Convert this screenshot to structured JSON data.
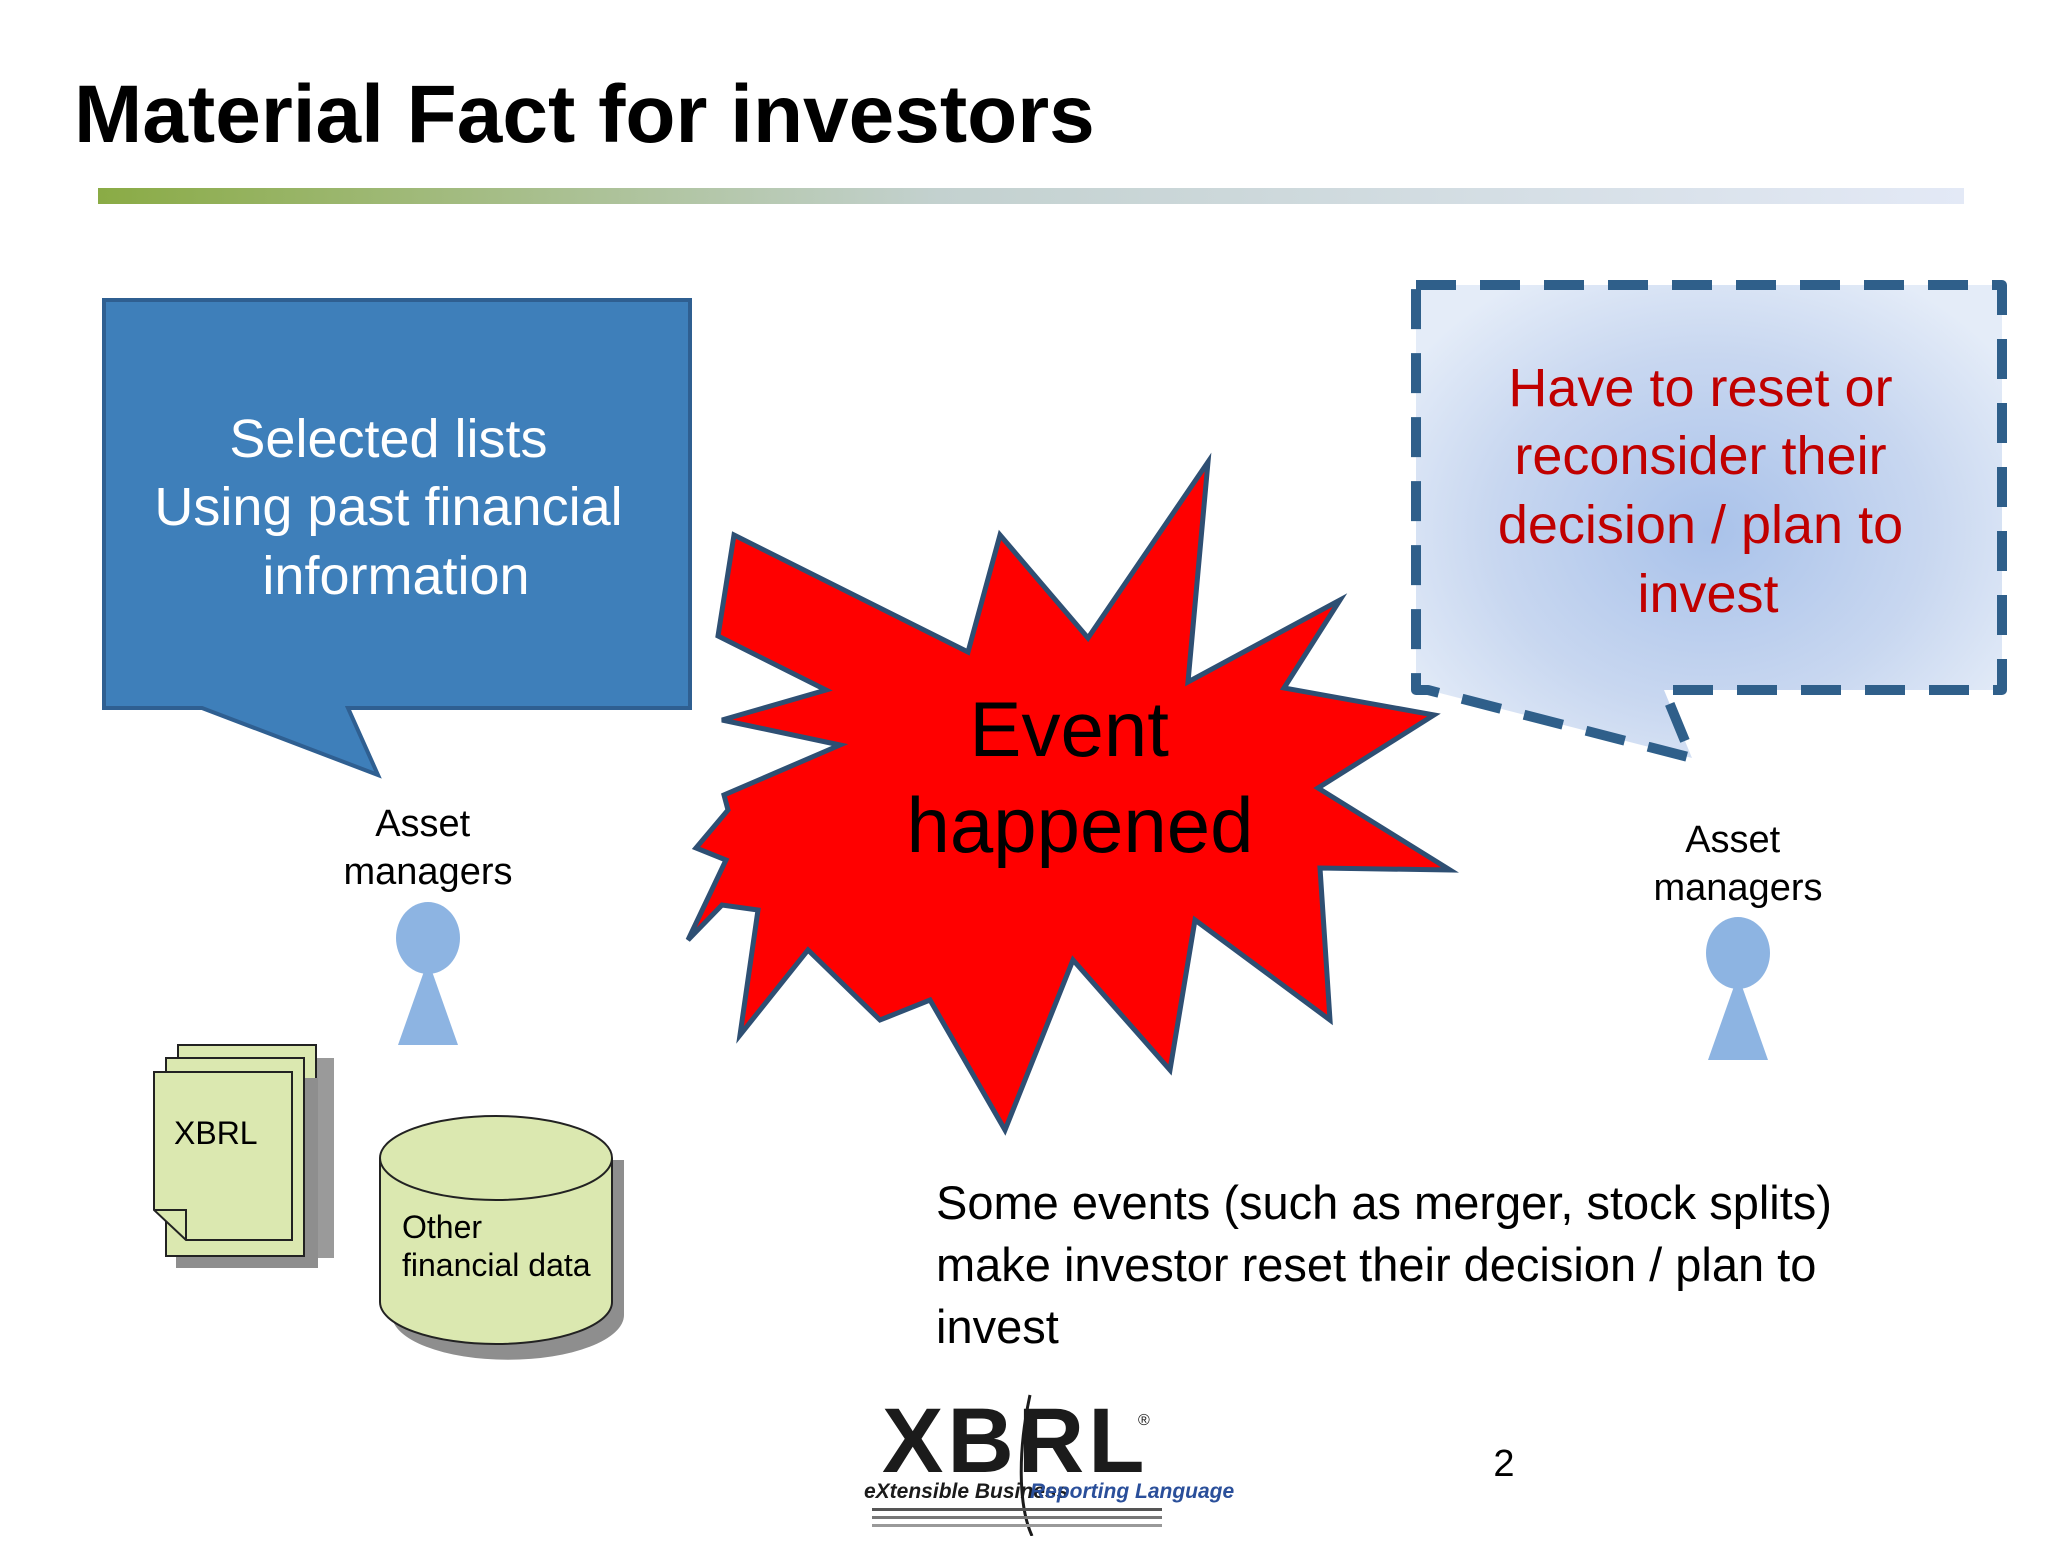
{
  "slide": {
    "title": "Material Fact for investors",
    "page_number": "2"
  },
  "left_callout": {
    "lines": [
      "Selected lists",
      "Using  past financial",
      "information"
    ]
  },
  "right_callout": {
    "lines": [
      "Have to reset or",
      "reconsider their",
      "decision / plan to",
      "invest"
    ]
  },
  "event": {
    "lines": [
      "Event",
      "happened"
    ]
  },
  "left_person": {
    "lines": [
      "Asset",
      "managers"
    ]
  },
  "right_person": {
    "lines": [
      "Asset",
      "managers"
    ]
  },
  "documents": {
    "label": "XBRL"
  },
  "database": {
    "lines": [
      "Other",
      "financial data"
    ]
  },
  "note": {
    "lines": [
      "Some events (such as merger, stock splits)",
      "make investor reset their decision / plan to",
      "invest"
    ]
  },
  "logo": {
    "wordmark": "XBRL",
    "registered": "®",
    "tagline_left": "eXtensible Business",
    "tagline_right": "Reporting Language"
  },
  "colors": {
    "title": "#000000",
    "underline_start": "#8aab45",
    "underline_end": "#dfe6f4",
    "left_callout_fill": "#3e7fba",
    "left_callout_text": "#ffffff",
    "right_callout_text": "#c00000",
    "right_callout_border": "#2f5f8a",
    "burst_fill": "#ff0000",
    "burst_border": "#2e4f73",
    "person": "#8db4e2",
    "document_fill": "#dbe8b0",
    "logo_dark": "#1b1b1b",
    "logo_blue": "#2a4f9a"
  }
}
